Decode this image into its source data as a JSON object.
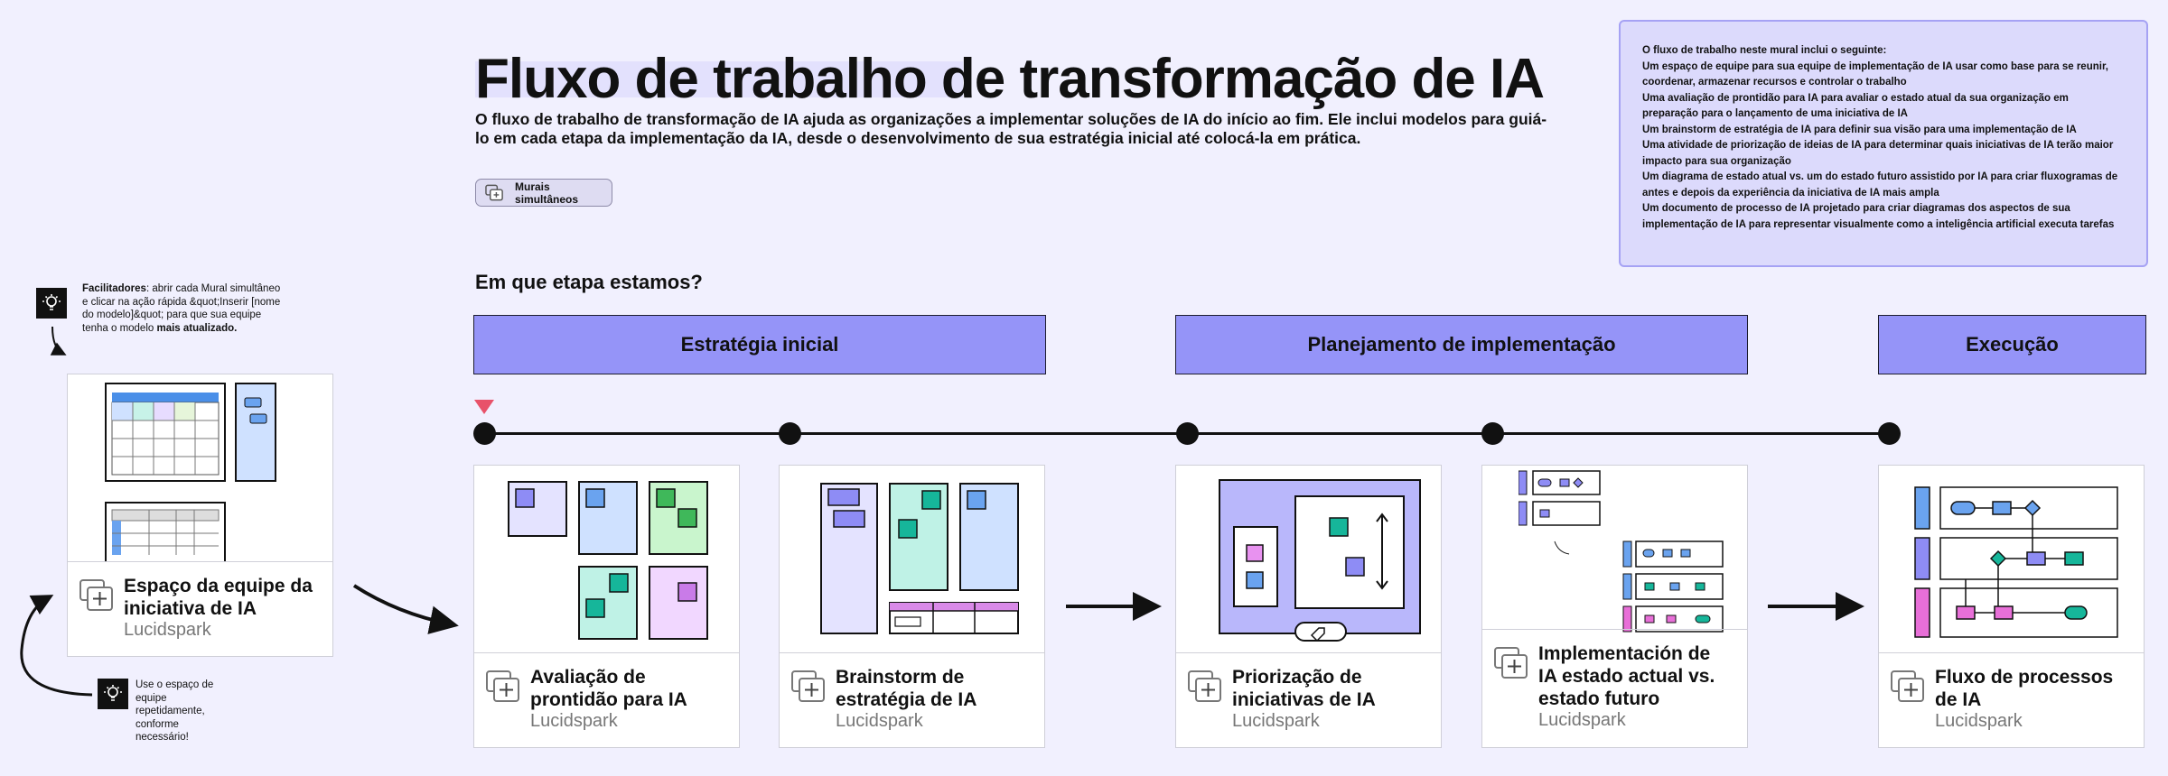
{
  "header": {
    "title": "Fluxo de trabalho de transformação de IA",
    "subtitle": "O fluxo de trabalho de transformação de IA ajuda as organizações a implementar soluções de IA do início ao fim. Ele inclui modelos para guiá-lo em cada etapa da implementação da IA, desde o desenvolvimento de sua estratégia inicial até colocá-la em prática.",
    "button_label": "Murais simultâneos"
  },
  "info_box": {
    "lines": [
      "O fluxo de trabalho neste mural inclui o seguinte:",
      "Um espaço de equipe para sua equipe de implementação de IA usar como base para se reunir, coordenar, armazenar recursos e controlar o trabalho",
      "Uma avaliação de prontidão para IA para avaliar o estado atual da sua organização em preparação para o lançamento de uma iniciativa de IA",
      "Um brainstorm de estratégia de IA para definir sua visão para uma implementação de IA",
      "Uma atividade de priorização de ideias de IA para determinar quais iniciativas de IA terão maior impacto para sua organização",
      "Um diagrama de estado atual vs. um do estado futuro assistido por IA para criar fluxogramas de antes e depois da experiência da iniciativa de IA mais ampla",
      "Um documento de processo de IA projetado para criar diagramas dos aspectos de sua implementação de IA para representar visualmente como a inteligência artificial executa tarefas"
    ]
  },
  "stage_question": "Em que etapa estamos?",
  "phases": [
    "Estratégia inicial",
    "Planejamento de implementação",
    "Execução"
  ],
  "notes": {
    "facilitators_bold": "Facilitadores",
    "facilitators_text": ": abrir cada Mural simultâneo e clicar na ação rápida &quot;Inserir [nome do modelo]&quot; para que sua equipe tenha o modelo ",
    "facilitators_end": "mais atualizado.",
    "reuse": "Use o espaço de equipe repetidamente, conforme necessário!"
  },
  "cards": [
    {
      "title": "Espaço da equipe da\niniciativa de IA",
      "sub": "Lucidspark"
    },
    {
      "title": "Avaliação de\nprontidão para IA",
      "sub": "Lucidspark"
    },
    {
      "title": "Brainstorm de\nestratégia de IA",
      "sub": "Lucidspark"
    },
    {
      "title": "Priorização de\niniciativas de IA",
      "sub": "Lucidspark"
    },
    {
      "title": "Implementación de\nIA estado actual vs.\nestado futuro",
      "sub": "Lucidspark"
    },
    {
      "title": "Fluxo de processos\nde IA",
      "sub": "Lucidspark"
    }
  ],
  "colors": {
    "phase": "#9594f8",
    "marker": "#e8526a",
    "background": "#f1f0fe"
  }
}
